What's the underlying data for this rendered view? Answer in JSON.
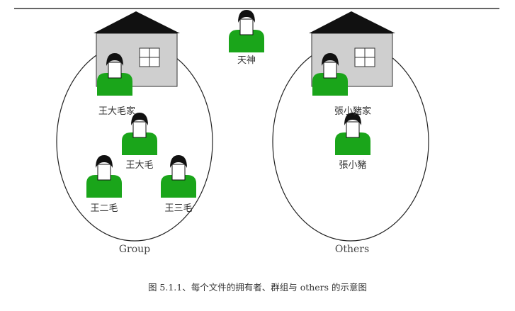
{
  "labels": {
    "tianshen": "天神",
    "wang_family": "王大毛家",
    "zhang_family": "張小豬家",
    "wang_damao": "王大毛",
    "wang_ermao": "王二毛",
    "wang_sanmao": "王三毛",
    "zhang_xiaozhu": "張小豬",
    "group": "Group",
    "others": "Others"
  },
  "caption": "图 5.1.1、每个文件的拥有者、群组与 others 的示意图",
  "colors": {
    "person_body": "#1aa51a",
    "person_hair": "#111111",
    "house_wall": "#cfcfcf",
    "house_roof": "#111111",
    "line": "#333333"
  }
}
